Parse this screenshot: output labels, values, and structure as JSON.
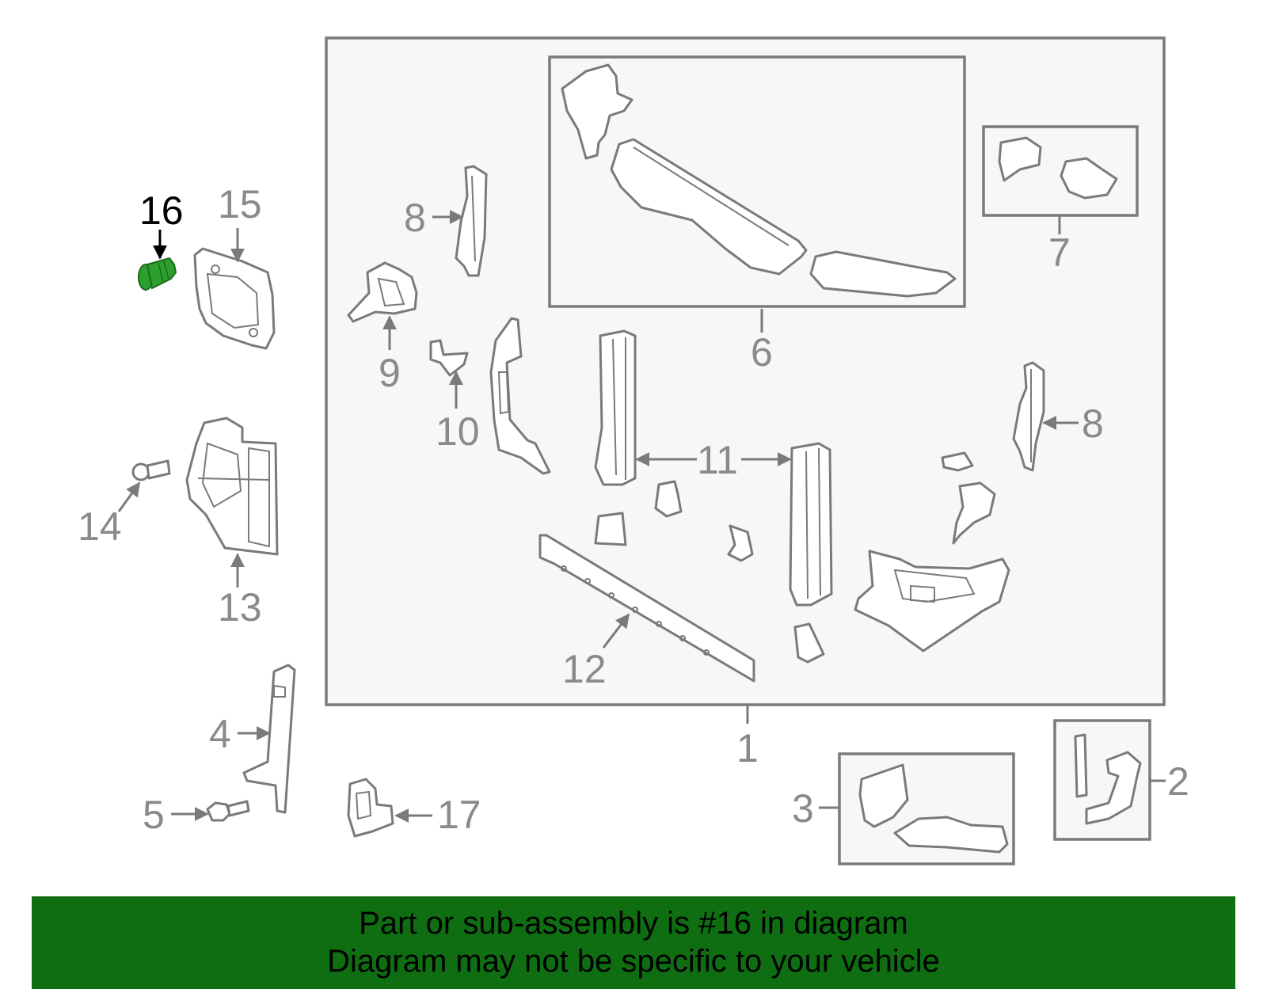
{
  "diagram": {
    "highlight_color": "#2ca02c",
    "label_color": "#8a8a8a",
    "highlight_label_color": "#000000",
    "callouts": {
      "c1": "1",
      "c2": "2",
      "c3": "3",
      "c4": "4",
      "c5": "5",
      "c6": "6",
      "c7": "7",
      "c8a": "8",
      "c8b": "8",
      "c9": "9",
      "c10": "10",
      "c11": "11",
      "c12": "12",
      "c13": "13",
      "c14": "14",
      "c15": "15",
      "c16": "16",
      "c17": "17"
    }
  },
  "banner": {
    "background": "#0f6e12",
    "line1": "Part or sub-assembly is #16 in diagram",
    "line2": "Diagram may not be specific to your vehicle"
  }
}
